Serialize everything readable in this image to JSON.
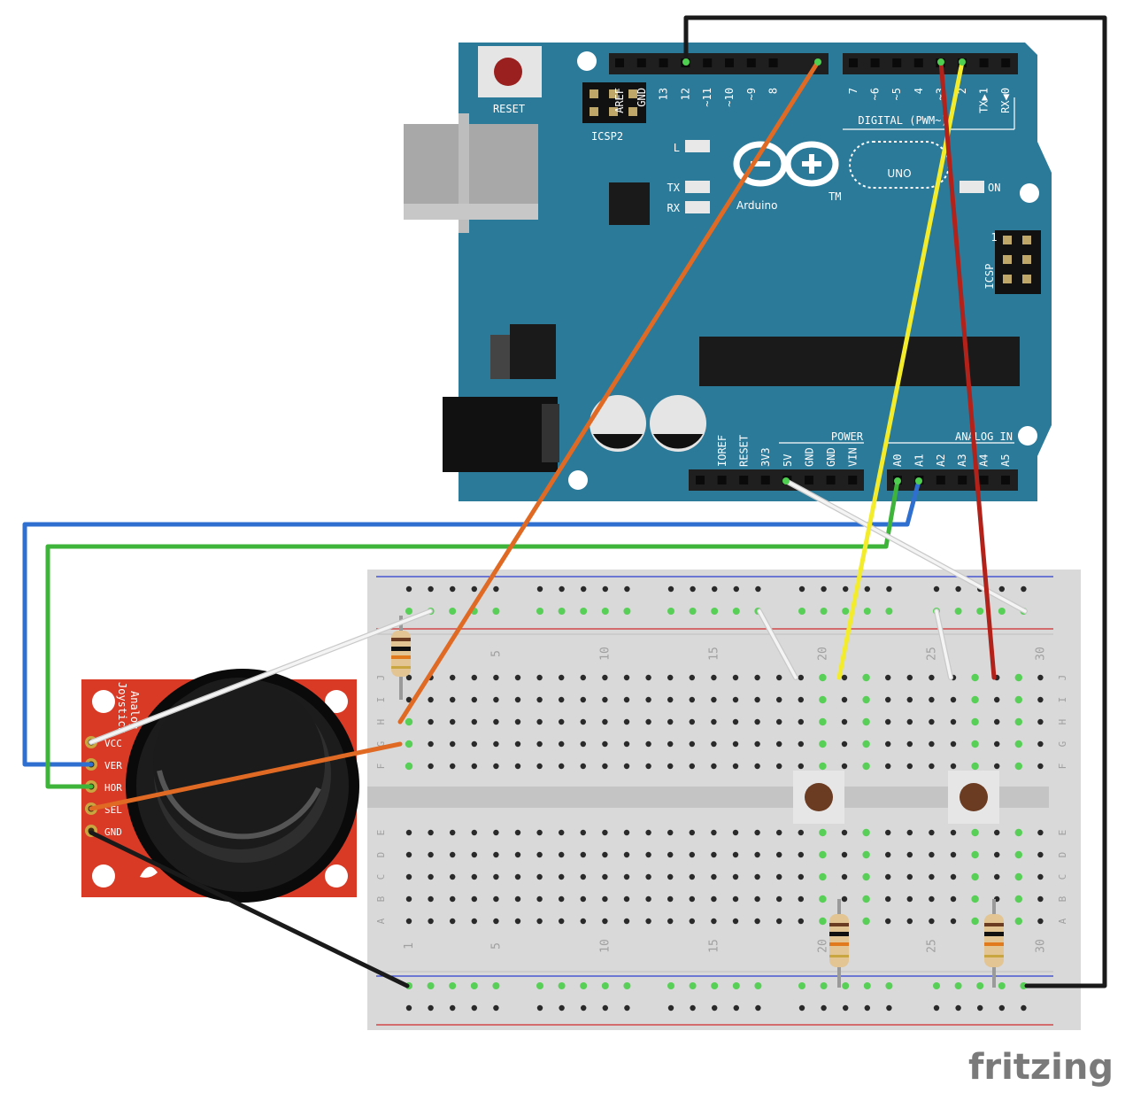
{
  "arduino": {
    "reset_label": "RESET",
    "icsp2_label": "ICSP2",
    "icsp_label": "ICSP",
    "icsp_pin1": "1",
    "digital_label": "DIGITAL (PWM~)",
    "logo_text": "Arduino",
    "tm": "TM",
    "uno": "UNO",
    "led_l": "L",
    "led_tx": "TX",
    "led_rx": "RX",
    "led_on": "ON",
    "power_label": "POWER",
    "analog_label": "ANALOG IN",
    "digital_pins": [
      "AREF",
      "GND",
      "13",
      "12",
      "~11",
      "~10",
      "~9",
      "8",
      "7",
      "~6",
      "~5",
      "4",
      "~3",
      "2",
      "TX▶1",
      "RX◀0"
    ],
    "power_pins": [
      "IOREF",
      "RESET",
      "3V3",
      "5V",
      "GND",
      "GND",
      "VIN"
    ],
    "analog_pins": [
      "A0",
      "A1",
      "A2",
      "A3",
      "A4",
      "A5"
    ],
    "colors": {
      "board": "#2b7a99",
      "header": "#1f1f1f"
    }
  },
  "joystick": {
    "title_line1": "Analog",
    "title_line2": "Joystick",
    "pins": [
      "VCC",
      "VER",
      "HOR",
      "SEL",
      "GND"
    ],
    "color": "#d83a26"
  },
  "breadboard": {
    "rows_top": [
      "J",
      "I",
      "H",
      "G",
      "F"
    ],
    "rows_bottom": [
      "E",
      "D",
      "C",
      "B",
      "A"
    ],
    "col_numbers": [
      "1",
      "5",
      "10",
      "15",
      "20",
      "25",
      "30"
    ]
  },
  "wires": {
    "colors": {
      "black": "#1a1a1a",
      "orange": "#e06a24",
      "yellow": "#f2ec2c",
      "red": "#b3221a",
      "white": "#f4f4f4",
      "blue": "#2f6fd0",
      "green": "#3fb43a"
    }
  },
  "watermark": "fritzing"
}
